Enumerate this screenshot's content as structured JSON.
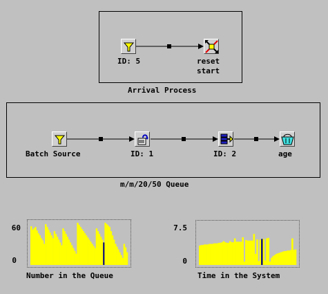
{
  "arrival": {
    "caption": "Arrival Process",
    "source_label": "ID: 5",
    "reset_label_1": "reset",
    "reset_label_2": "start"
  },
  "queue": {
    "caption": "m/m/20/50 Queue",
    "batch_label": "Batch Source",
    "server_label": "ID: 1",
    "queue_label": "ID: 2",
    "sink_label": "age"
  },
  "icons": {
    "source": "funnel-icon",
    "reset": "reset-arrows-icon",
    "server": "server-icon",
    "queue": "queue-icon",
    "sink": "basket-icon"
  },
  "colors": {
    "bar": "#ffff00",
    "highlight": "#000080",
    "frame": "#505050"
  },
  "chart_data": [
    {
      "type": "bar",
      "xlabel": "Number in the Queue",
      "ylim": [
        0,
        60
      ],
      "yticks": [
        "60",
        "0"
      ],
      "values": [
        55,
        50,
        52,
        54,
        49,
        45,
        42,
        38,
        35,
        30,
        58,
        54,
        50,
        46,
        42,
        38,
        48,
        44,
        40,
        36,
        32,
        28,
        52,
        48,
        44,
        40,
        36,
        32,
        28,
        24,
        20,
        16,
        60,
        57,
        54,
        51,
        48,
        45,
        42,
        39,
        36,
        33,
        30,
        27,
        24,
        52,
        48,
        44,
        40,
        36,
        32,
        60,
        58,
        56,
        54,
        48,
        42,
        36,
        30,
        26,
        22,
        18,
        14,
        10,
        30,
        25,
        18
      ],
      "highlight_index": 50
    },
    {
      "type": "bar",
      "xlabel": "Time in the System",
      "ylim": [
        0,
        7.5
      ],
      "yticks": [
        "7.5",
        "0"
      ],
      "values": [
        3.5,
        3.6,
        3.6,
        3.7,
        3.7,
        3.7,
        3.8,
        3.8,
        3.8,
        3.9,
        3.9,
        3.9,
        4.0,
        4.0,
        4.1,
        4.3,
        4.1,
        4.0,
        4.0,
        4.3,
        4.1,
        4.1,
        4.8,
        4.2,
        4.2,
        4.2,
        4.2,
        5.0,
        0.6,
        4.5,
        4.4,
        4.4,
        4.4,
        4.4,
        5.6,
        2.0,
        4.6,
        0.7,
        4.6,
        4.7,
        4.7,
        0.8,
        4.8,
        4.9,
        0.6,
        1.3,
        1.6,
        1.8,
        2.0,
        2.1,
        2.2,
        2.3,
        2.4,
        2.5,
        2.5,
        2.6,
        2.6,
        2.7,
        4.8,
        2.7,
        2.8
      ],
      "highlight_index": 39
    }
  ]
}
